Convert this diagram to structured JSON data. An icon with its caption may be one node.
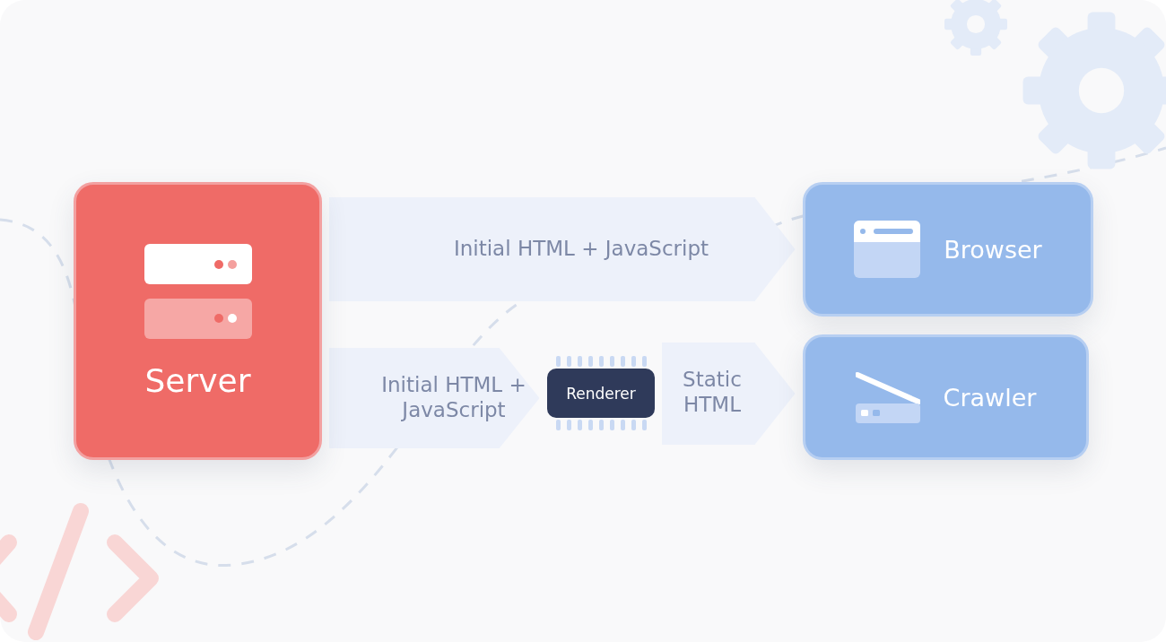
{
  "diagram": {
    "nodes": [
      {
        "text": [
          "Server"
        ]
      },
      {
        "text": [
          "Browser"
        ]
      },
      {
        "text": [
          "Crawler"
        ]
      },
      {
        "text": [
          "Renderer"
        ]
      }
    ],
    "edges": [
      {
        "from": 0,
        "to": 1,
        "arrow": "to",
        "label": "Initial HTML + JavaScript"
      },
      {
        "from": 0,
        "to": 3,
        "arrow": "to",
        "label": "Initial HTML + JavaScript"
      },
      {
        "from": 3,
        "to": 2,
        "arrow": "to",
        "label": "Static HTML"
      }
    ]
  }
}
